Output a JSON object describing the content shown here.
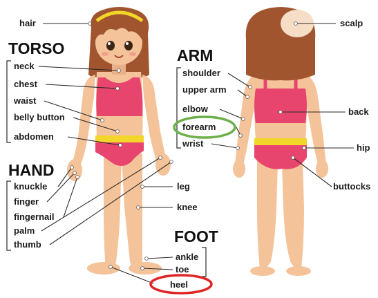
{
  "colors": {
    "skin": "#f4c39a",
    "skin_shade": "#e2a57a",
    "hair": "#a0552f",
    "hair_dark": "#7c3b1f",
    "suit": "#e8456e",
    "suit_dark": "#c72f58",
    "belt": "#f2d62a",
    "scalp": "#f6ddc6",
    "highlight_green": "#6db04a",
    "highlight_red": "#e02424"
  },
  "sections": {
    "torso": "TORSO",
    "hand": "HAND",
    "arm": "ARM",
    "foot": "FOOT"
  },
  "labels": {
    "hair": "hair",
    "scalp": "scalp",
    "neck": "neck",
    "chest": "chest",
    "waist": "waist",
    "belly_button": "belly button",
    "abdomen": "abdomen",
    "knuckle": "knuckle",
    "finger": "finger",
    "fingernail": "fingernail",
    "palm": "palm",
    "thumb": "thumb",
    "leg": "leg",
    "knee": "knee",
    "shoulder": "shoulder",
    "upper_arm": "upper arm",
    "elbow": "elbow",
    "forearm": "forearm",
    "wrist": "wrist",
    "back": "back",
    "hip": "hip",
    "buttocks": "buttocks",
    "ankle": "ankle",
    "toe": "toe",
    "heel": "heel"
  },
  "highlights": {
    "green": "forearm",
    "red": "heel"
  }
}
